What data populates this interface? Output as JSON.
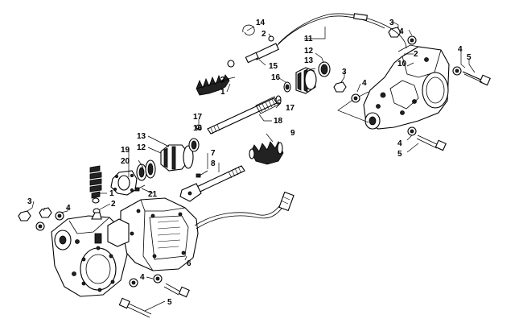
{
  "diagram": {
    "callouts": [
      {
        "id": "c14",
        "text": "14"
      },
      {
        "id": "c2a",
        "text": "2"
      },
      {
        "id": "c11",
        "text": "11"
      },
      {
        "id": "c3a",
        "text": "3"
      },
      {
        "id": "c4a",
        "text": "4"
      },
      {
        "id": "c12a",
        "text": "12"
      },
      {
        "id": "c13a",
        "text": "13"
      },
      {
        "id": "c2b",
        "text": "2"
      },
      {
        "id": "c10",
        "text": "10"
      },
      {
        "id": "c4b",
        "text": "4"
      },
      {
        "id": "c5a",
        "text": "5"
      },
      {
        "id": "c15",
        "text": "15"
      },
      {
        "id": "c16a",
        "text": "16"
      },
      {
        "id": "c3b",
        "text": "3"
      },
      {
        "id": "c4c",
        "text": "4"
      },
      {
        "id": "c2c",
        "text": "2"
      },
      {
        "id": "c1a",
        "text": "1"
      },
      {
        "id": "c17a",
        "text": "17"
      },
      {
        "id": "c17b",
        "text": "17"
      },
      {
        "id": "c16b",
        "text": "16"
      },
      {
        "id": "c18",
        "text": "18"
      },
      {
        "id": "c9",
        "text": "9"
      },
      {
        "id": "c13b",
        "text": "13"
      },
      {
        "id": "c12b",
        "text": "12"
      },
      {
        "id": "c4d",
        "text": "4"
      },
      {
        "id": "c5b",
        "text": "5"
      },
      {
        "id": "c19",
        "text": "19"
      },
      {
        "id": "c20",
        "text": "20"
      },
      {
        "id": "c7",
        "text": "7"
      },
      {
        "id": "c8",
        "text": "8"
      },
      {
        "id": "c21",
        "text": "21"
      },
      {
        "id": "c1b",
        "text": "1"
      },
      {
        "id": "c2d",
        "text": "2"
      },
      {
        "id": "c3c",
        "text": "3"
      },
      {
        "id": "c4e",
        "text": "4"
      },
      {
        "id": "c6",
        "text": "6"
      },
      {
        "id": "c4f",
        "text": "4"
      },
      {
        "id": "c5c",
        "text": "5"
      }
    ]
  }
}
